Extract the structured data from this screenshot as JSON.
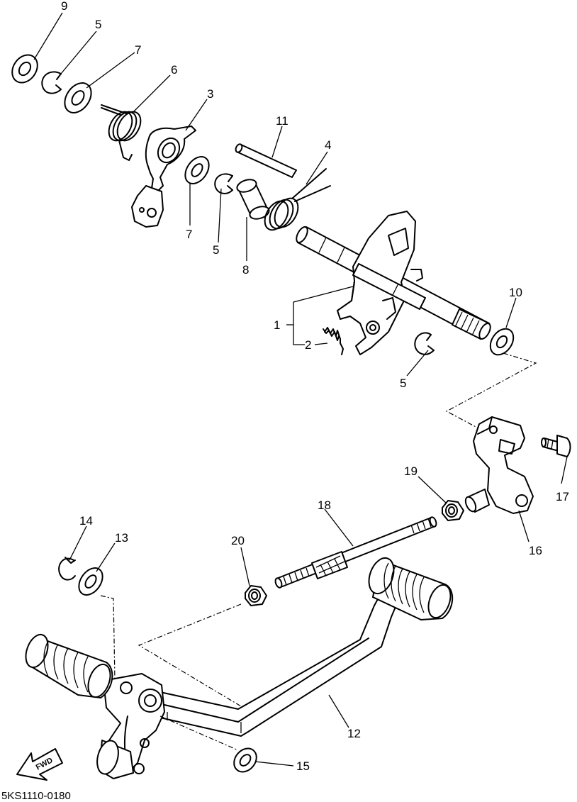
{
  "diagram": {
    "code": "5KS1110-0180",
    "fwd_label": "FWD",
    "callouts": {
      "c1": "1",
      "c2": "2",
      "c3": "3",
      "c4": "4",
      "c5a": "5",
      "c5b": "5",
      "c5c": "5",
      "c6": "6",
      "c7a": "7",
      "c7b": "7",
      "c8": "8",
      "c9": "9",
      "c10": "10",
      "c11": "11",
      "c12": "12",
      "c13": "13",
      "c14": "14",
      "c15": "15",
      "c16": "16",
      "c17": "17",
      "c18": "18",
      "c19": "19",
      "c20": "20"
    }
  }
}
